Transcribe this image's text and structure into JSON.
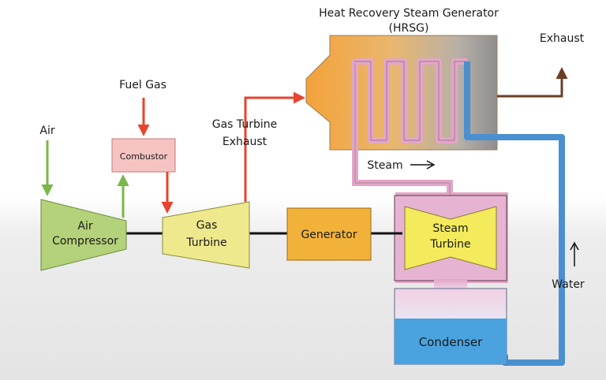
{
  "hrsg": {
    "title_line1": "Heat Recovery Steam Generator",
    "title_line2": "(HRSG)"
  },
  "labels": {
    "exhaust": "Exhaust",
    "fuel_gas": "Fuel Gas",
    "air": "Air",
    "combustor": "Combustor",
    "gas_turbine_exhaust_line1": "Gas Turbine",
    "gas_turbine_exhaust_line2": "Exhaust",
    "steam": "Steam",
    "water": "Water"
  },
  "components": {
    "air_compressor_line1": "Air",
    "air_compressor_line2": "Compressor",
    "gas_turbine_line1": "Gas",
    "gas_turbine_line2": "Turbine",
    "generator": "Generator",
    "steam_turbine_line1": "Steam",
    "steam_turbine_line2": "Turbine",
    "condenser": "Condenser"
  },
  "colors": {
    "hot_flow": "#e8432e",
    "air_flow": "#7ab648",
    "exhaust_flow": "#6b3e24",
    "water_pipe": "#4a90d0",
    "steam_pipe": "#e3a6c8",
    "compressor": "#b4d27a",
    "gas_turbine": "#efe98d",
    "generator": "#f2b23a",
    "steam_turbine": "#f3ea5c",
    "condenser_water": "#4aa3df"
  }
}
